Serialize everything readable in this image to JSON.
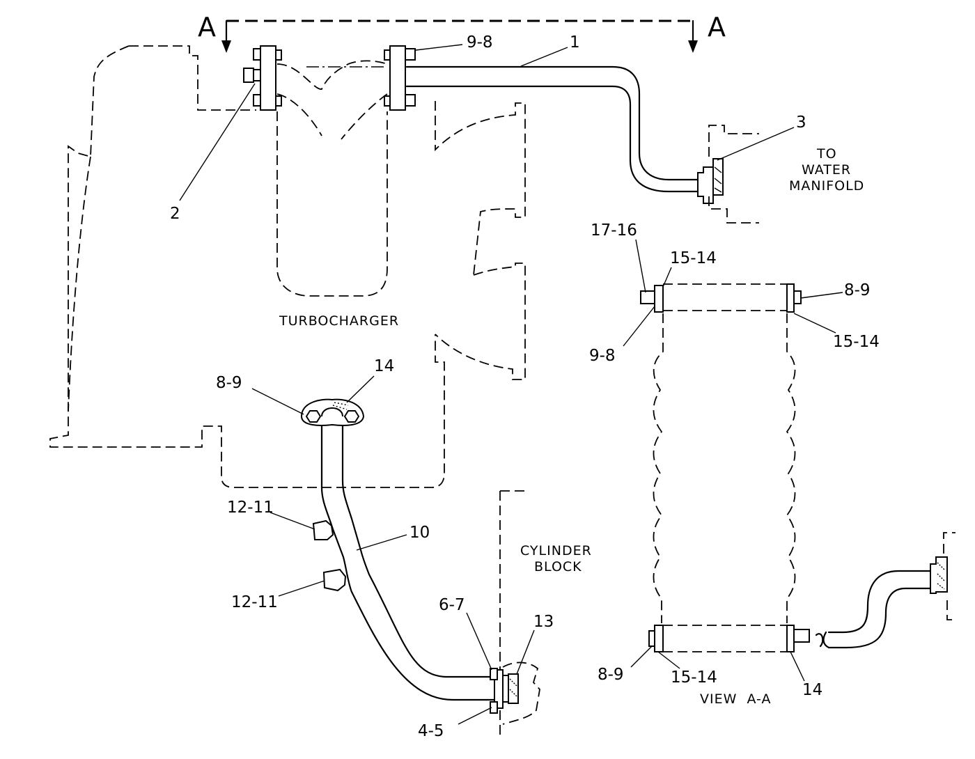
{
  "section": {
    "letter_left": "A",
    "letter_right": "A"
  },
  "labels": {
    "turbocharger": "TURBOCHARGER",
    "cylinder_block_line1": "CYLINDER",
    "cylinder_block_line2": "BLOCK",
    "to_water_line1": "TO",
    "to_water_line2": "WATER",
    "to_water_line3": "MANIFOLD",
    "view": "VIEW  A-A"
  },
  "callouts": {
    "c1": "1",
    "c2": "2",
    "c3": "3",
    "c9_8_top": "9-8",
    "c17_16": "17-16",
    "c15_14_a": "15-14",
    "c8_9_a": "8-9",
    "c15_14_b": "15-14",
    "c9_8_b": "9-8",
    "c8_9_b": "8-9",
    "c14_a": "14",
    "c12_11_a": "12-11",
    "c10": "10",
    "c12_11_b": "12-11",
    "c6_7": "6-7",
    "c13": "13",
    "c4_5": "4-5",
    "c8_9_c": "8-9",
    "c15_14_c": "15-14",
    "c14_b": "14"
  }
}
